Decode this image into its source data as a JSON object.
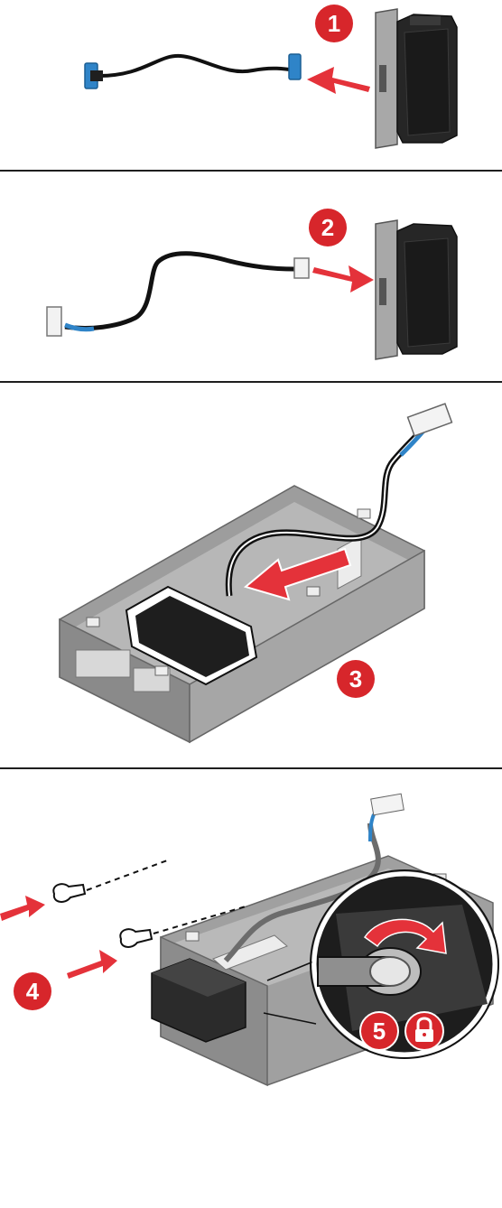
{
  "steps": {
    "step1": "1",
    "step2": "2",
    "step3": "3",
    "step4": "4",
    "step5": "5"
  },
  "colors": {
    "badge": "#d7262b",
    "arrow": "#e4323a",
    "connector_blue": "#2f84c8",
    "metal": "#9c9c9c",
    "module": "#222222"
  },
  "icons": {
    "lock": "lock-icon",
    "rotate": "rotate-arrow-icon"
  }
}
